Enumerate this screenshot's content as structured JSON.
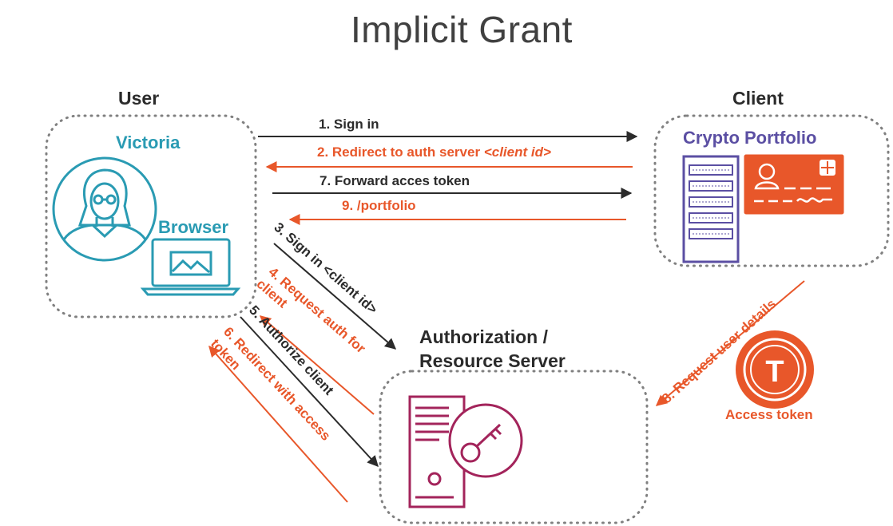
{
  "title": "Implicit Grant",
  "actors": {
    "user": {
      "heading": "User",
      "name": "Victoria",
      "device": "Browser"
    },
    "client": {
      "heading": "Client",
      "app_name": "Crypto Portfolio"
    },
    "auth_server": {
      "heading_line1": "Authorization /",
      "heading_line2": "Resource Server"
    },
    "token": {
      "caption": "Access token",
      "symbol": "T"
    }
  },
  "steps": [
    {
      "id": "s1",
      "text": "1. Sign in",
      "color": "dark"
    },
    {
      "id": "s2",
      "text_main": "2. Redirect to auth server ",
      "text_em": "<client id>",
      "color": "orange"
    },
    {
      "id": "s7",
      "text": "7. Forward acces token",
      "color": "dark"
    },
    {
      "id": "s9",
      "text": "9. /portfolio",
      "color": "orange"
    },
    {
      "id": "s3",
      "text": "3. Sign in <client id>",
      "color": "dark"
    },
    {
      "id": "s4",
      "text_line1": "4. Request auth for",
      "text_line2": "client",
      "color": "orange"
    },
    {
      "id": "s5",
      "text": "5. Authorize client",
      "color": "dark"
    },
    {
      "id": "s6",
      "text_line1": "6. Redirect with access",
      "text_line2": "token",
      "color": "orange"
    },
    {
      "id": "s8",
      "text": "8. Request user details",
      "color": "orange"
    }
  ],
  "colors": {
    "orange": "#e8572a",
    "dark": "#2b2b2b",
    "teal": "#2a9bb3",
    "purple": "#5b4fa3",
    "maroon": "#a3245b",
    "box_border": "#808080"
  },
  "icons": {
    "user_avatar": "woman-with-glasses-icon",
    "browser": "laptop-image-icon",
    "client_server": "server-rack-icon",
    "client_card": "id-card-icon",
    "auth_server": "server-key-icon",
    "token": "token-coin-icon"
  }
}
